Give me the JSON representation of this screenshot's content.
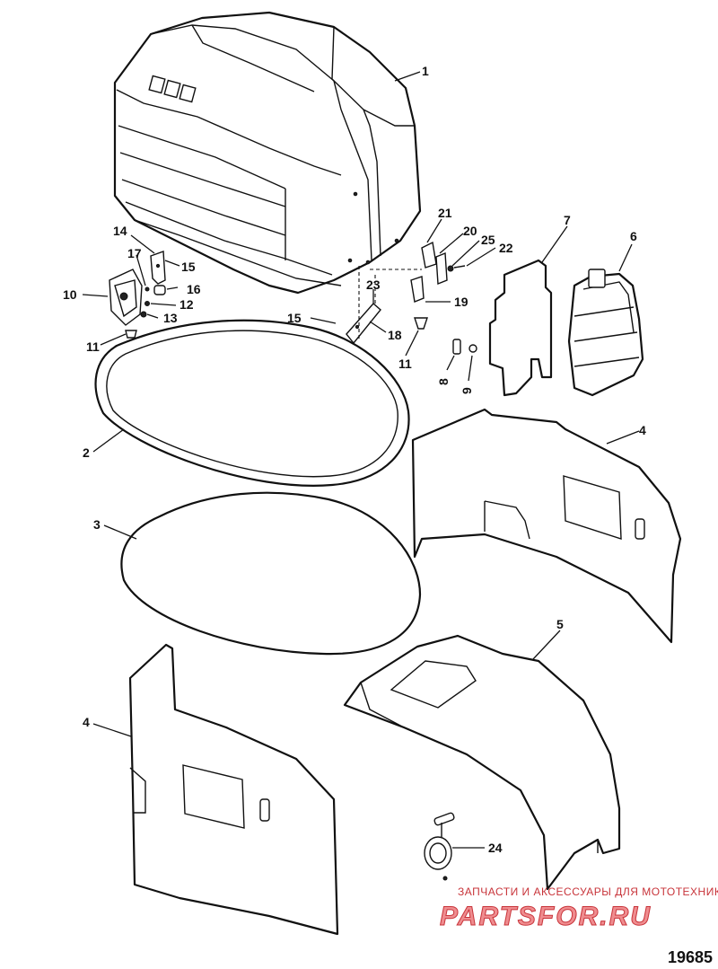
{
  "callouts": [
    {
      "id": "c1",
      "text": "1"
    },
    {
      "id": "c2",
      "text": "2"
    },
    {
      "id": "c3",
      "text": "3"
    },
    {
      "id": "c4a",
      "text": "4"
    },
    {
      "id": "c4b",
      "text": "4"
    },
    {
      "id": "c5",
      "text": "5"
    },
    {
      "id": "c6",
      "text": "6"
    },
    {
      "id": "c7",
      "text": "7"
    },
    {
      "id": "c8",
      "text": "8"
    },
    {
      "id": "c9",
      "text": "9"
    },
    {
      "id": "c10",
      "text": "10"
    },
    {
      "id": "c11a",
      "text": "11"
    },
    {
      "id": "c11b",
      "text": "11"
    },
    {
      "id": "c12",
      "text": "12"
    },
    {
      "id": "c13",
      "text": "13"
    },
    {
      "id": "c14",
      "text": "14"
    },
    {
      "id": "c15a",
      "text": "15"
    },
    {
      "id": "c15b",
      "text": "15"
    },
    {
      "id": "c16",
      "text": "16"
    },
    {
      "id": "c17",
      "text": "17"
    },
    {
      "id": "c18",
      "text": "18"
    },
    {
      "id": "c19",
      "text": "19"
    },
    {
      "id": "c20",
      "text": "20"
    },
    {
      "id": "c21",
      "text": "21"
    },
    {
      "id": "c22",
      "text": "22"
    },
    {
      "id": "c23",
      "text": "23"
    },
    {
      "id": "c24",
      "text": "24"
    },
    {
      "id": "c25",
      "text": "25"
    }
  ],
  "watermark": {
    "tagline": "ЗАПЧАСТИ И АКСЕССУАРЫ ДЛЯ МОТОТЕХНИКИ",
    "brand": "PARTSFOR.RU",
    "color": "#c8343a"
  },
  "figure_number": "19685"
}
